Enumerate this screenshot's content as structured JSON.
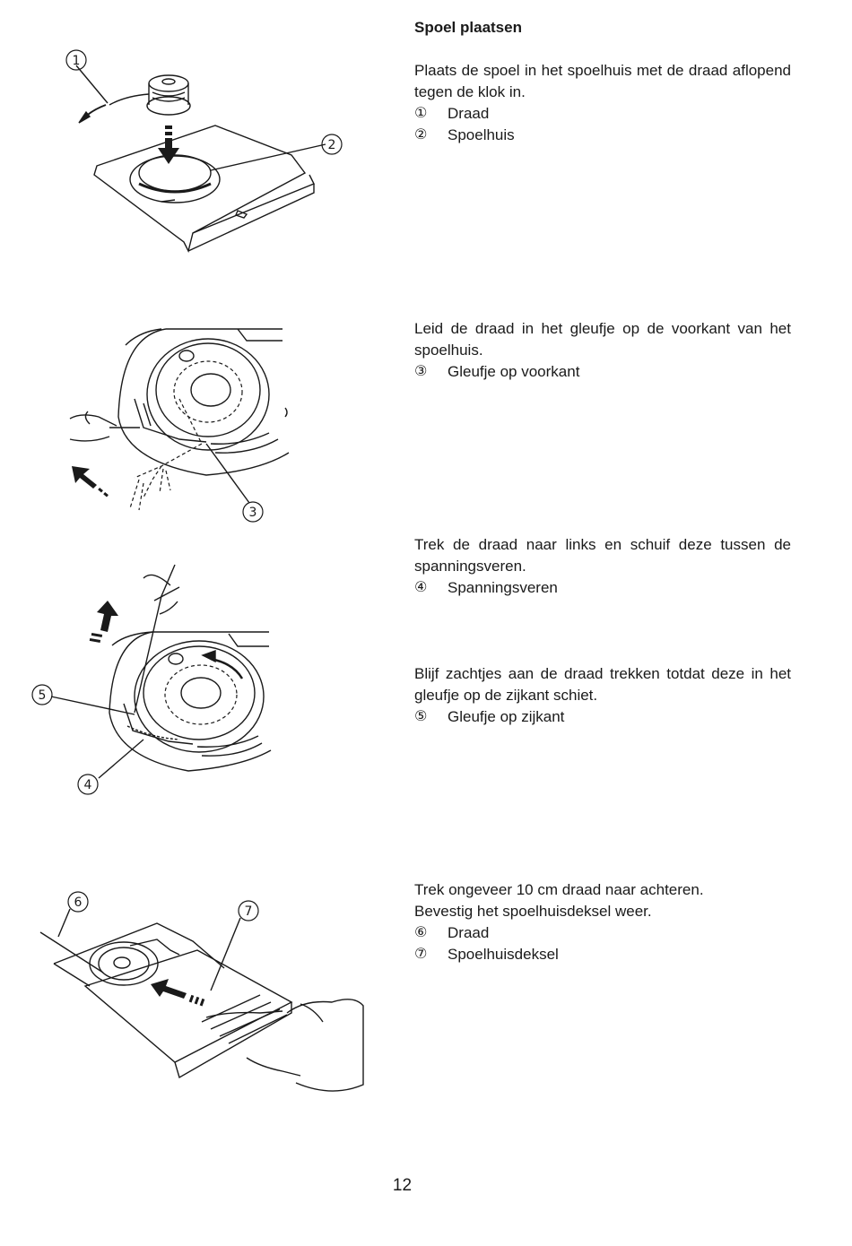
{
  "sections": [
    {
      "heading": "Spoel plaatsen",
      "text": "Plaats de spoel in het spoelhuis met de draad aflopend tegen de klok in.",
      "items": [
        {
          "num": "①",
          "label": "Draad"
        },
        {
          "num": "②",
          "label": "Spoelhuis"
        }
      ]
    },
    {
      "text": "Leid de draad in het gleufje op de voorkant van het spoelhuis.",
      "items": [
        {
          "num": "③",
          "label": "Gleufje op voorkant"
        }
      ]
    },
    {
      "text": "Trek de draad naar links en schuif deze tussen de spanningsveren.",
      "items": [
        {
          "num": "④",
          "label": "Spanningsveren"
        }
      ]
    },
    {
      "text": "Blijf zachtjes aan de draad trekken totdat deze in het gleufje op de zijkant schiet.",
      "items": [
        {
          "num": "⑤",
          "label": "Gleufje op zijkant"
        }
      ]
    },
    {
      "text_lines": [
        "Trek ongeveer 10 cm draad naar achteren.",
        "Bevestig het spoelhuisdeksel weer."
      ],
      "items": [
        {
          "num": "⑥",
          "label": "Draad"
        },
        {
          "num": "⑦",
          "label": "Spoelhuisdeksel"
        }
      ]
    }
  ],
  "figures": {
    "fig1": {
      "callouts": [
        "1",
        "2"
      ]
    },
    "fig2": {
      "callouts": [
        "3"
      ]
    },
    "fig3": {
      "callouts": [
        "5",
        "4"
      ]
    },
    "fig4": {
      "callouts": [
        "6",
        "7"
      ]
    }
  },
  "page_number": "12"
}
